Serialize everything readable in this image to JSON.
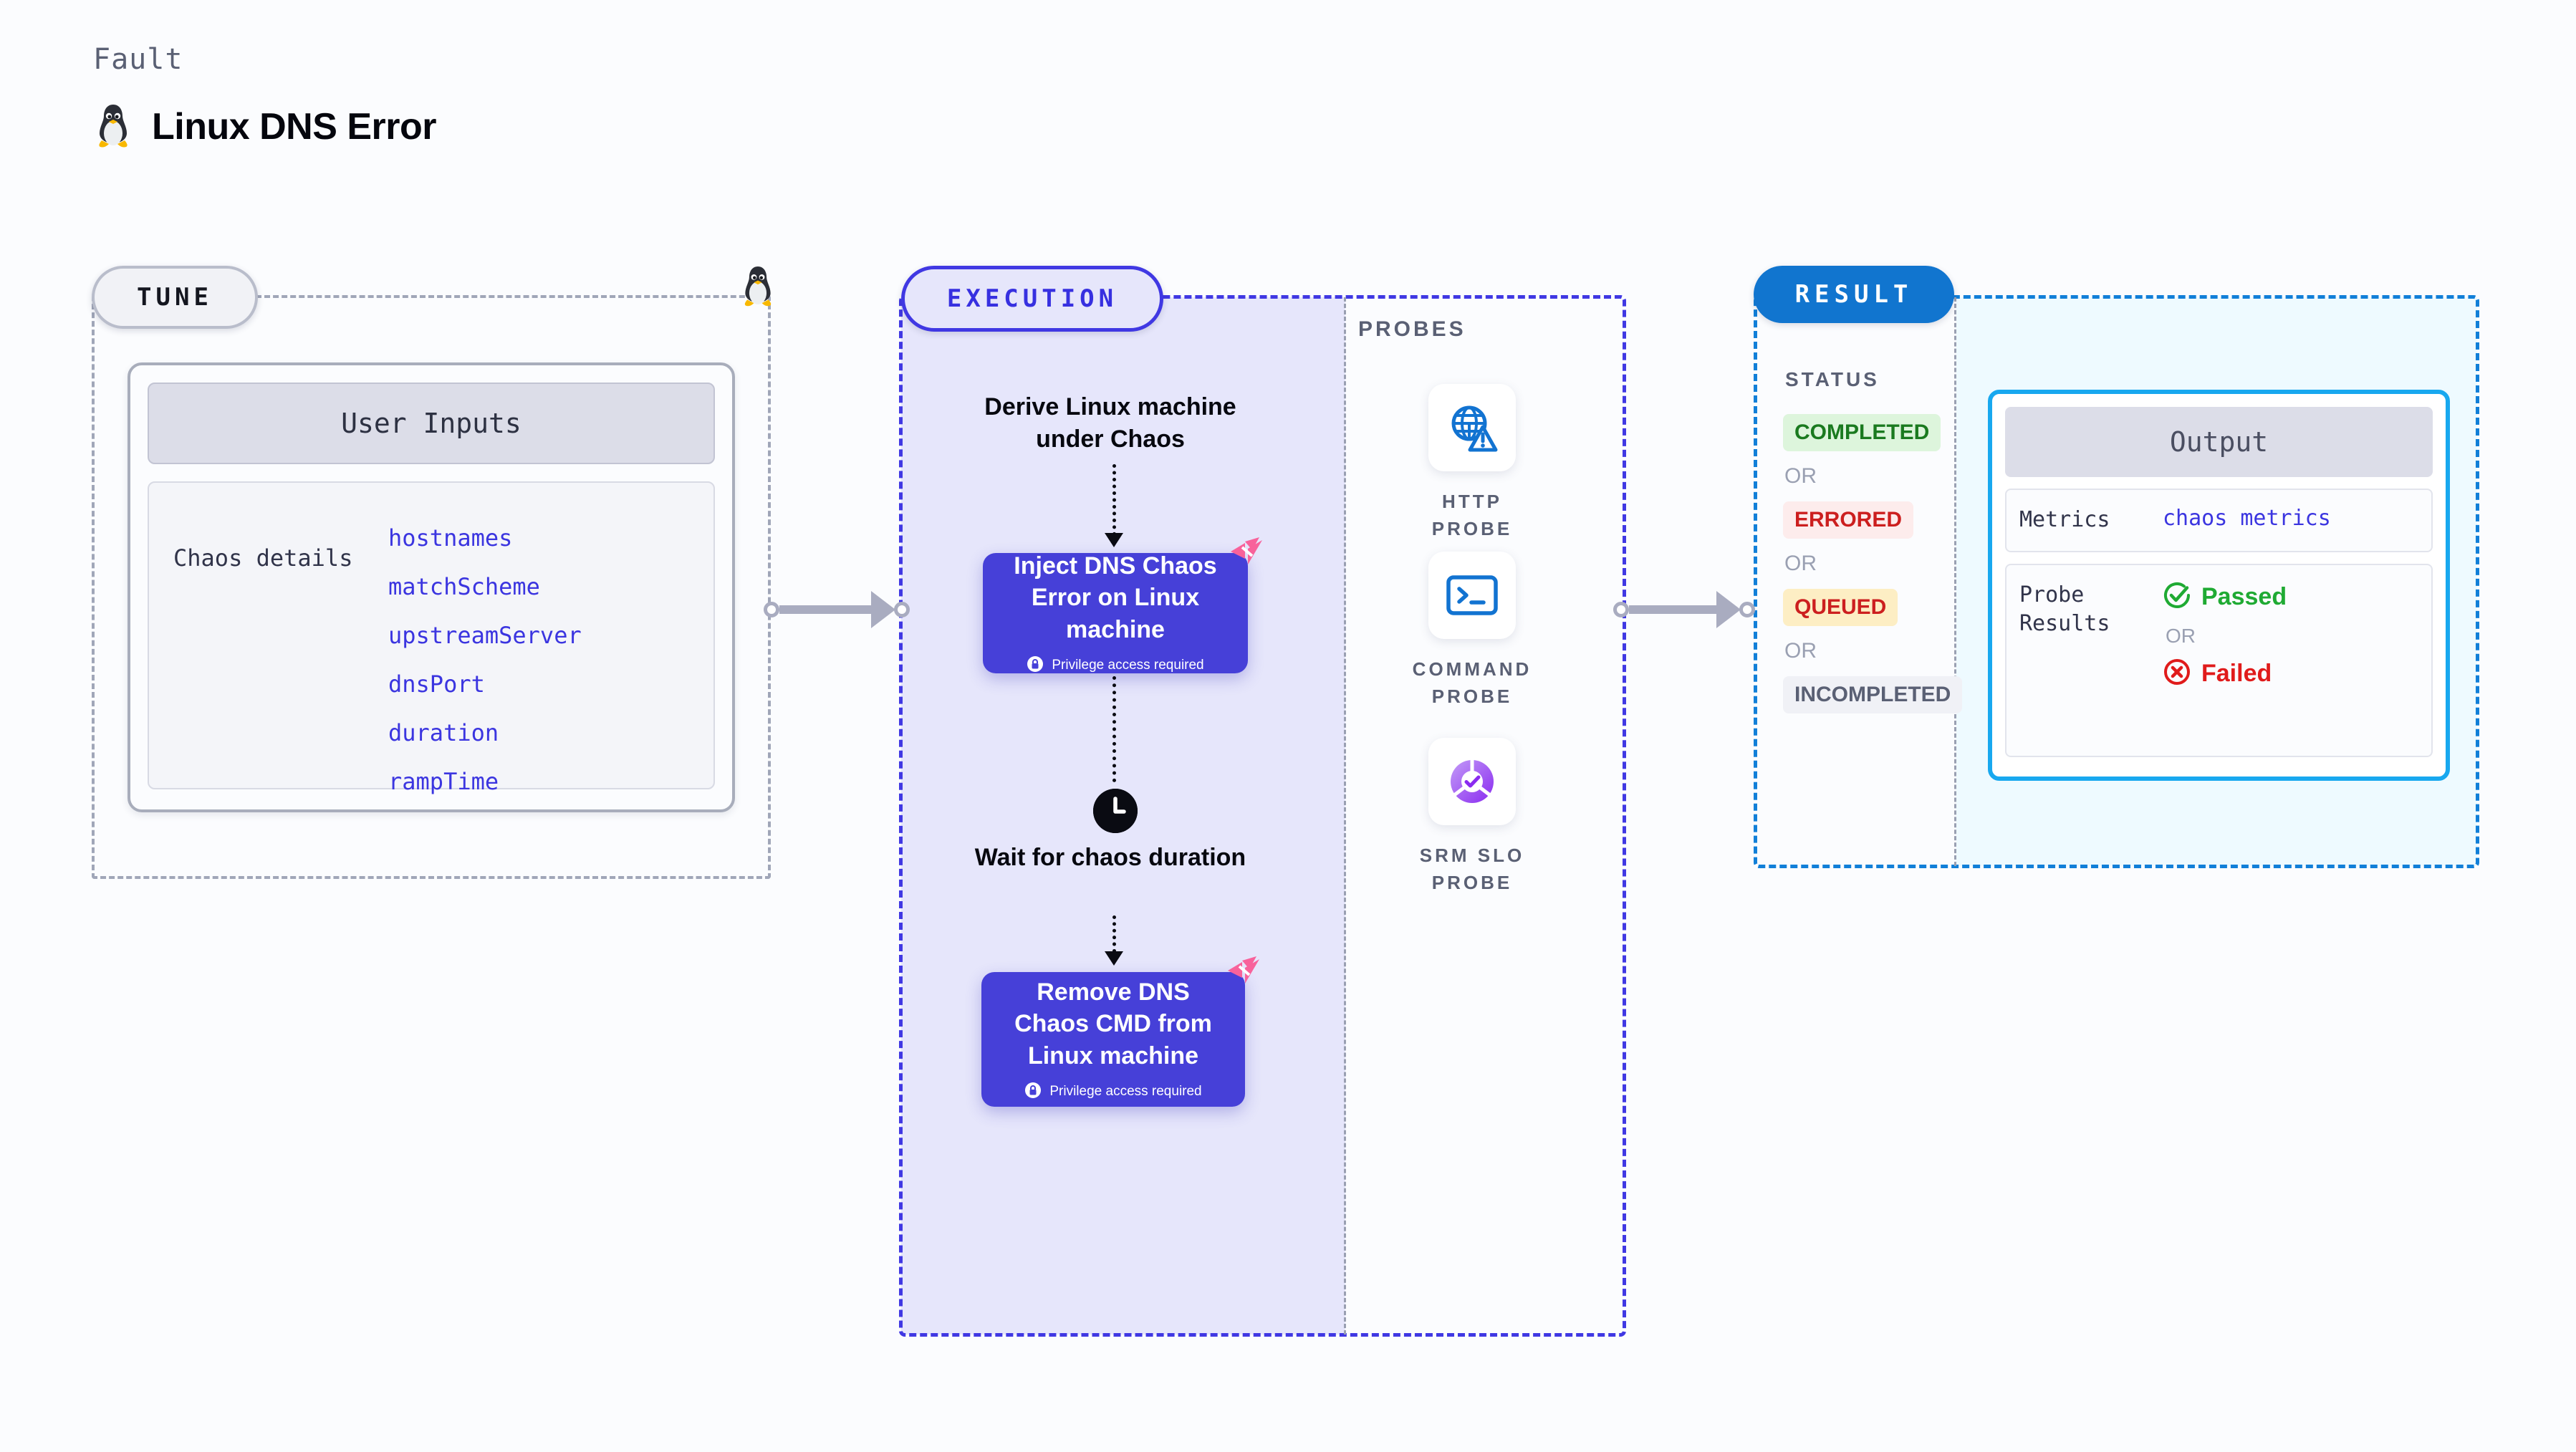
{
  "header": {
    "kicker": "Fault",
    "title": "Linux DNS Error",
    "icon": "linux-penguin-icon"
  },
  "tune": {
    "badge": "TUNE",
    "penguin_icon": "linux-penguin-icon",
    "card": {
      "title": "User Inputs",
      "group_label": "Chaos details",
      "params": [
        "hostnames",
        "matchScheme",
        "upstreamServer",
        "dnsPort",
        "duration",
        "rampTime"
      ]
    }
  },
  "execution": {
    "badge": "EXECUTION",
    "steps": [
      {
        "type": "title",
        "text": "Derive Linux machine under Chaos"
      },
      {
        "type": "chaos-box",
        "title": "Inject DNS Chaos Error on Linux machine",
        "privilege": "Privilege access required",
        "lock_icon": "lock-icon",
        "corner_icon": "litmus-logo-icon"
      },
      {
        "type": "title",
        "text": "Wait for chaos duration",
        "icon": "clock-icon"
      },
      {
        "type": "chaos-box",
        "title": "Remove DNS Chaos CMD from Linux machine",
        "privilege": "Privilege access required",
        "lock_icon": "lock-icon",
        "corner_icon": "litmus-logo-icon"
      }
    ],
    "step_titles": {
      "derive": "Derive Linux machine under Chaos",
      "wait": "Wait for chaos duration"
    },
    "inject_box": {
      "title": "Inject DNS Chaos Error on Linux machine",
      "privilege": "Privilege access required"
    },
    "remove_box": {
      "title": "Remove DNS Chaos CMD from Linux machine",
      "privilege": "Privilege access required"
    }
  },
  "probes": {
    "label": "PROBES",
    "items": [
      {
        "label": "HTTP PROBE",
        "icon": "globe-warning-icon"
      },
      {
        "label": "COMMAND PROBE",
        "icon": "terminal-icon"
      },
      {
        "label": "SRM SLO PROBE",
        "icon": "slo-donut-check-icon"
      }
    ]
  },
  "result": {
    "badge": "RESULT",
    "status_label": "STATUS",
    "or_label": "OR",
    "statuses": [
      {
        "text": "COMPLETED",
        "color": "#1a7a1f",
        "bg": "#ddf5dc"
      },
      {
        "text": "ERRORED",
        "color": "#cc1f1f",
        "bg": "#fdecec"
      },
      {
        "text": "QUEUED",
        "color": "#cc1f1f",
        "bg": "#fdeec4"
      },
      {
        "text": "INCOMPLETED",
        "color": "#5a6074",
        "bg": "#f0f1f6"
      }
    ],
    "output": {
      "title": "Output",
      "metrics_label": "Metrics",
      "metrics_value": "chaos metrics",
      "probe_results_label": "Probe Results",
      "passed_label": "Passed",
      "passed_color": "#1faa33",
      "failed_label": "Failed",
      "failed_color": "#e01b1b",
      "or_label": "OR",
      "passed_icon": "check-circle-icon",
      "failed_icon": "x-circle-icon"
    }
  },
  "colors": {
    "page_bg": "#fbfcfe",
    "tune_border": "#a0a6b8",
    "execution_accent": "#4038e3",
    "execution_fill": "#e6e6fb",
    "result_accent": "#117fd8",
    "output_fill": "#eefaff",
    "param_blue": "#3b35e0",
    "chaos_box": "#4640d8",
    "litmus_pink": "#f8629b"
  }
}
